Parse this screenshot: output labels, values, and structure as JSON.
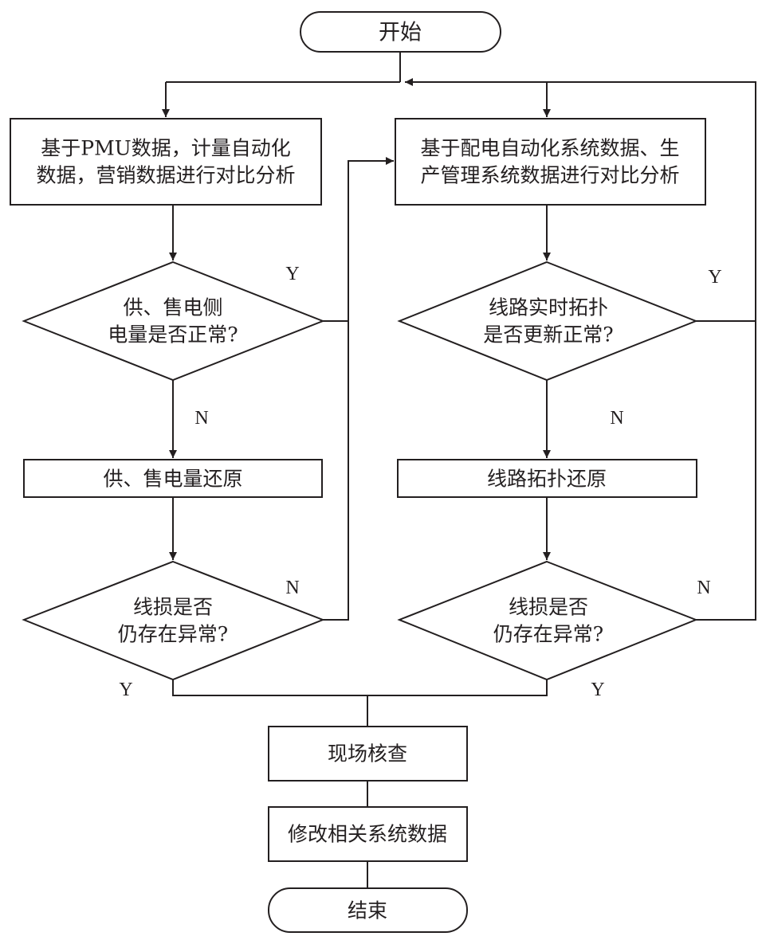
{
  "nodes": {
    "start": "开始",
    "left_analysis": [
      "基于PMU数据，计量自动化",
      "数据，营销数据进行对比分析"
    ],
    "right_analysis": [
      "基于配电自动化系统数据、生",
      "产管理系统数据进行对比分析"
    ],
    "left_check_energy": [
      "供、售电侧",
      "电量是否正常?"
    ],
    "right_check_topology": [
      "线路实时拓扑",
      "是否更新正常?"
    ],
    "left_restore": "供、售电量还原",
    "right_restore": "线路拓扑还原",
    "left_check_loss": [
      "线损是否",
      "仍存在异常?"
    ],
    "right_check_loss": [
      "线损是否",
      "仍存在异常?"
    ],
    "site_check": "现场核查",
    "modify_data": "修改相关系统数据",
    "end": "结束"
  },
  "edge_labels": {
    "left_energy_yes": "Y",
    "left_energy_no": "N",
    "left_loss_no": "N",
    "left_loss_yes": "Y",
    "right_topology_yes": "Y",
    "right_topology_no": "N",
    "right_loss_no": "N",
    "right_loss_yes": "Y"
  },
  "colors": {
    "stroke": "#231f20",
    "fill": "#ffffff"
  }
}
